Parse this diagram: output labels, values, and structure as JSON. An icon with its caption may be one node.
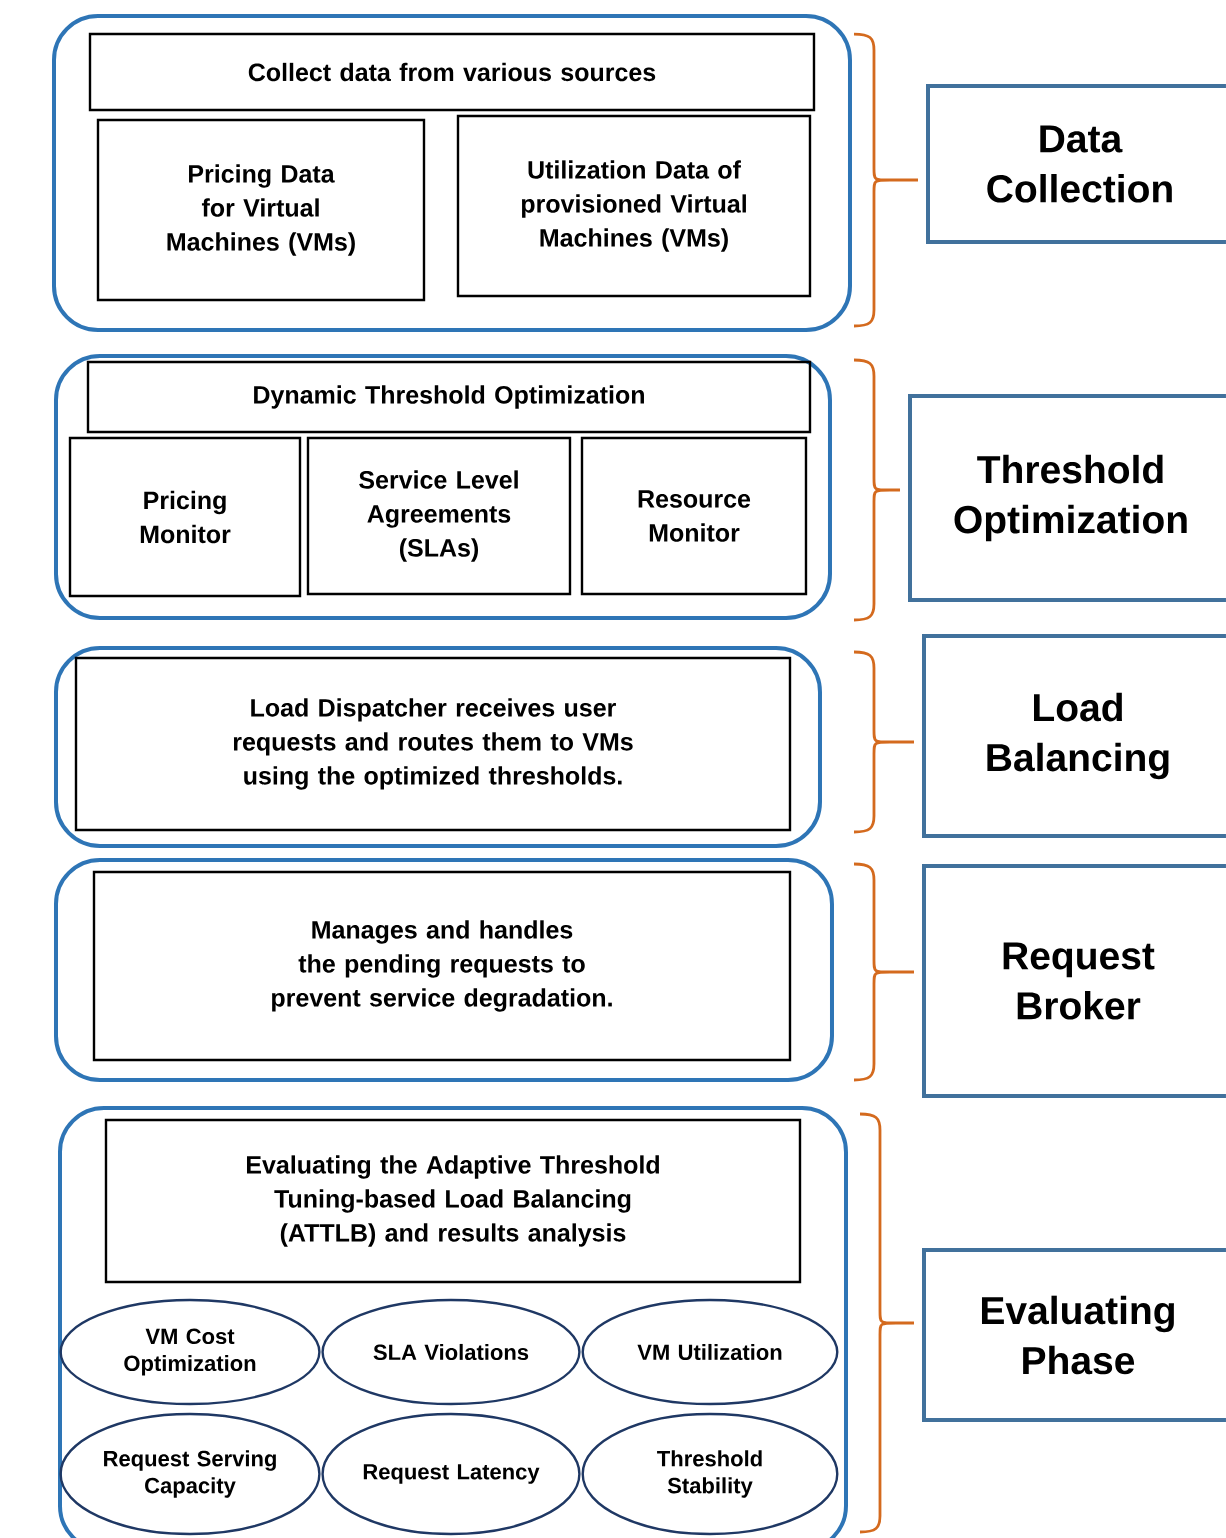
{
  "diagram": {
    "nodes": [
      {
        "text": [],
        "shape": "box"
      },
      {
        "text": [
          "Collect data from various sources"
        ],
        "in": 0
      },
      {
        "text": [
          "Pricing Data for Virtual Machines (VMs)"
        ],
        "in": 0
      },
      {
        "text": [
          "Utilization Data of provisioned Virtual Machines (VMs)"
        ],
        "in": 0
      },
      {
        "text": [
          "Data Collection"
        ]
      },
      {
        "text": [],
        "shape": "box"
      },
      {
        "text": [
          "Dynamic Threshold Optimization"
        ],
        "in": 5
      },
      {
        "text": [
          "Pricing Monitor"
        ],
        "in": 5
      },
      {
        "text": [
          "Service Level Agreements (SLAs)"
        ],
        "in": 5
      },
      {
        "text": [
          "Resource Monitor"
        ],
        "in": 5
      },
      {
        "text": [
          "Threshold Optimization"
        ]
      },
      {
        "text": [],
        "shape": "box"
      },
      {
        "text": [
          "Load Dispatcher receives user requests and routes them to VMs using the optimized thresholds."
        ],
        "in": 11
      },
      {
        "text": [
          "Load Balancing"
        ]
      },
      {
        "text": [],
        "shape": "box"
      },
      {
        "text": [
          "Manages and handles the pending requests to prevent service degradation."
        ],
        "in": 14
      },
      {
        "text": [
          "Request Broker"
        ]
      },
      {
        "text": [],
        "shape": "box"
      },
      {
        "text": [
          "Evaluating the Adaptive Threshold Tuning-based Load Balancing (ATTLB) and results analysis"
        ],
        "in": 17
      },
      {
        "text": [
          "VM Cost Optimization"
        ],
        "in": 17
      },
      {
        "text": [
          "SLA Violations"
        ],
        "in": 17
      },
      {
        "text": [
          "VM Utilization"
        ],
        "in": 17
      },
      {
        "text": [
          "Request Serving Capacity"
        ],
        "in": 17
      },
      {
        "text": [
          "Request Latency"
        ],
        "in": 17
      },
      {
        "text": [
          "Threshold Stability"
        ],
        "in": 17
      },
      {
        "text": [
          "Evaluating Phase"
        ]
      }
    ]
  }
}
